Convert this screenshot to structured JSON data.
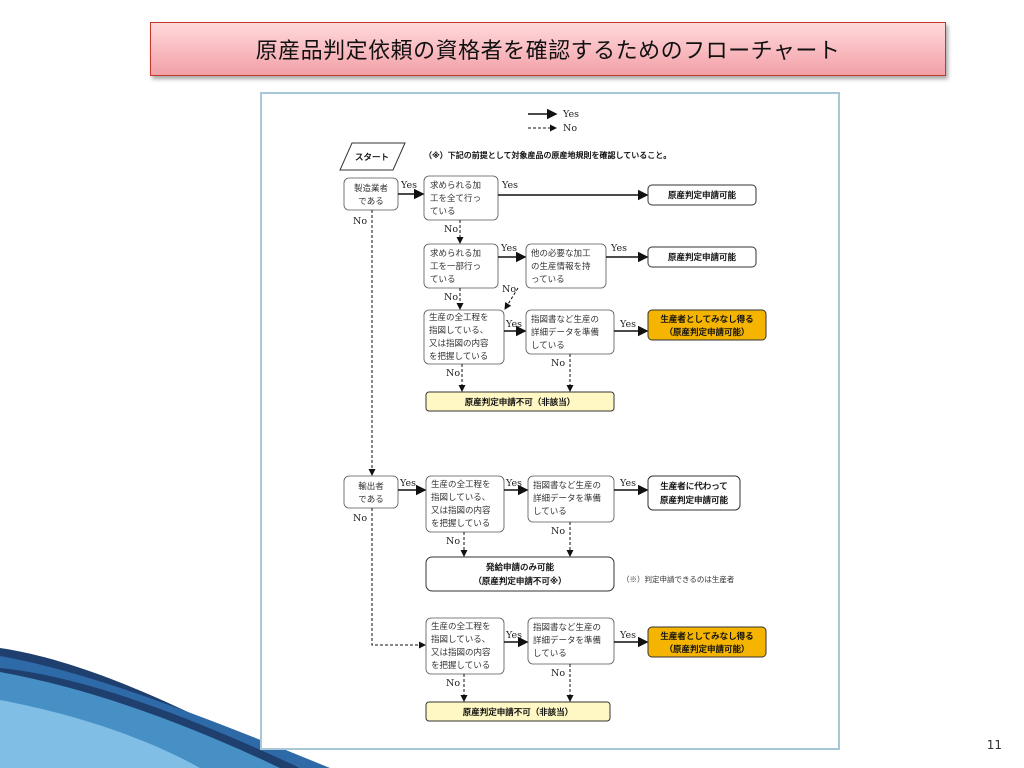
{
  "slide": {
    "title": "原産品判定依頼の資格者を確認するためのフローチャート",
    "page_number": "11"
  },
  "legend": {
    "yes": "Yes",
    "no": "No"
  },
  "start_label": "スタート",
  "premise_note": "（※）下記の前提として対象産品の原産地規則を確認していること。",
  "labels": {
    "yes": "Yes",
    "no": "No"
  },
  "nodes": {
    "manufacturer": [
      "製造業者",
      "である"
    ],
    "full_process": [
      "求められる加",
      "工を全て行っ",
      "ている"
    ],
    "partial_process": [
      "求められる加",
      "工を一部行っ",
      "ている"
    ],
    "other_info": [
      "他の必要な加工",
      "の生産情報を持",
      "っている"
    ],
    "direct_all_1": [
      "生産の全工程を",
      "指図している、",
      "又は指図の内容",
      "を把握している"
    ],
    "detail_1": [
      "指図書など生産の",
      "詳細データを準備",
      "している"
    ],
    "exporter": [
      "輸出者",
      "である"
    ],
    "direct_all_2": [
      "生産の全工程を",
      "指図している、",
      "又は指図の内容",
      "を把握している"
    ],
    "detail_2": [
      "指図書など生産の",
      "詳細データを準備",
      "している"
    ],
    "direct_all_3": [
      "生産の全工程を",
      "指図している、",
      "又は指図の内容",
      "を把握している"
    ],
    "detail_3": [
      "指図書など生産の",
      "詳細データを準備",
      "している"
    ]
  },
  "results": {
    "possible_1": "原産判定申請可能",
    "possible_2": "原産判定申請可能",
    "deemed_producer_1": [
      "生産者としてみなし得る",
      "（原産判定申請可能）"
    ],
    "not_possible_1": "原産判定申請不可（非該当）",
    "on_behalf": [
      "生産者に代わって",
      "原産判定申請可能"
    ],
    "issue_only": [
      "発給申請のみ可能",
      "（原産判定申請不可※）"
    ],
    "deemed_producer_2": [
      "生産者としてみなし得る",
      "（原産判定申請可能）"
    ],
    "not_possible_2": "原産判定申請不可（非該当）"
  },
  "side_note": "（※）判定申請できるのは生産者",
  "colors": {
    "accent_orange": "#f5b400",
    "pale_yellow": "#fff8c4",
    "title_pink": "#f2a0a8",
    "frame_blue": "#a8c8d8"
  }
}
